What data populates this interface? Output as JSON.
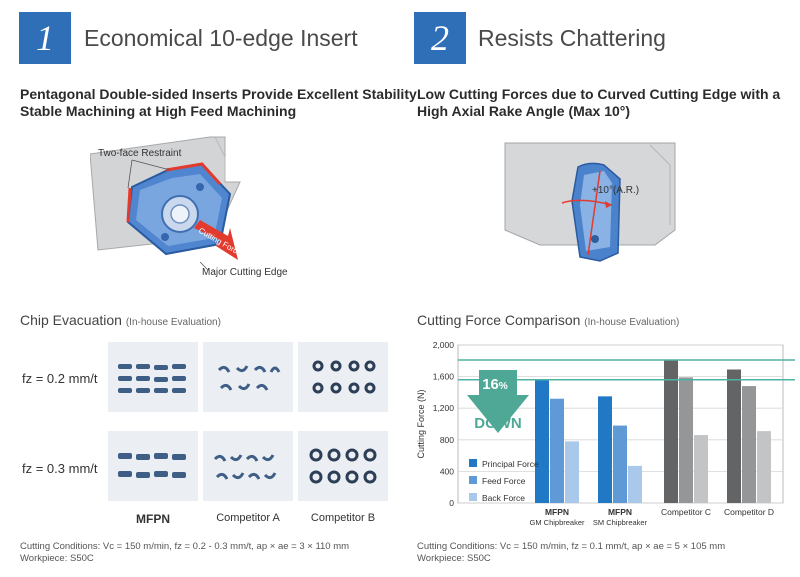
{
  "section1": {
    "number": "1",
    "title": "Economical 10-edge Insert",
    "subtitle_line1": "Pentagonal Double-sided Inserts Provide Excellent Stability",
    "subtitle_line2": "Stable Machining at High Feed Machining",
    "illustration": {
      "label_restraint": "Two-face Restraint",
      "label_force": "Cutting Force",
      "label_edge": "Major Cutting Edge"
    }
  },
  "section2": {
    "number": "2",
    "title": "Resists Chattering",
    "subtitle_line1": "Low Cutting Forces due to Curved Cutting Edge with a",
    "subtitle_line2": "High Axial Rake Angle (Max 10°)",
    "illustration": {
      "label_angle": "+10°(A.R.)"
    }
  },
  "chip_evacuation": {
    "title": "Chip Evacuation",
    "note": "(In-house Evaluation)",
    "rows": [
      "fz = 0.2 mm/t",
      "fz = 0.3 mm/t"
    ],
    "columns": [
      "MFPN",
      "Competitor A",
      "Competitor B"
    ],
    "conditions_line1": "Cutting Conditions: Vc = 150 m/min, fz = 0.2 - 0.3 mm/t, ap × ae = 3 × 110 mm",
    "conditions_line2": "Workpiece: S50C"
  },
  "cutting_force": {
    "title": "Cutting Force Comparison",
    "note": "(In-house Evaluation)",
    "badge_percent": "16",
    "badge_unit": "%",
    "badge_word": "DOWN",
    "conditions_line1": "Cutting Conditions: Vc = 150 m/min, fz = 0.1 mm/t, ap × ae = 5 × 105 mm",
    "conditions_line2": "Workpiece: S50C"
  },
  "colors": {
    "brand_blue": "#2f6fb7",
    "principal_blue": "#2179c6",
    "feed_blue": "#5f9ad6",
    "back_blue": "#a9c8ea",
    "principal_gray": "#636466",
    "feed_gray": "#959697",
    "back_gray": "#c3c4c5",
    "reference_line": "#4fb3a3",
    "down_arrow": "#4fa896"
  },
  "chart_data": {
    "type": "bar",
    "ylabel": "Cutting Force (N)",
    "ylim": [
      0,
      2000
    ],
    "yticks": [
      0,
      400,
      800,
      1200,
      1600,
      2000
    ],
    "ytick_labels": [
      "0",
      "400",
      "800",
      "1,200",
      "1,600",
      "2,000"
    ],
    "grid": true,
    "legend": "bottom-left",
    "categories": [
      {
        "line1": "MFPN",
        "line2": "GM Chipbreaker"
      },
      {
        "line1": "MFPN",
        "line2": "SM Chipbreaker"
      },
      {
        "line1": "Competitor C",
        "line2": ""
      },
      {
        "line1": "Competitor D",
        "line2": ""
      }
    ],
    "series": [
      {
        "name": "Principal Force",
        "values": [
          1560,
          1350,
          1810,
          1690
        ]
      },
      {
        "name": "Feed Force",
        "values": [
          1320,
          980,
          1590,
          1480
        ]
      },
      {
        "name": "Back Force",
        "values": [
          780,
          470,
          860,
          910
        ]
      }
    ],
    "reference_lines": [
      1810,
      1560
    ]
  }
}
